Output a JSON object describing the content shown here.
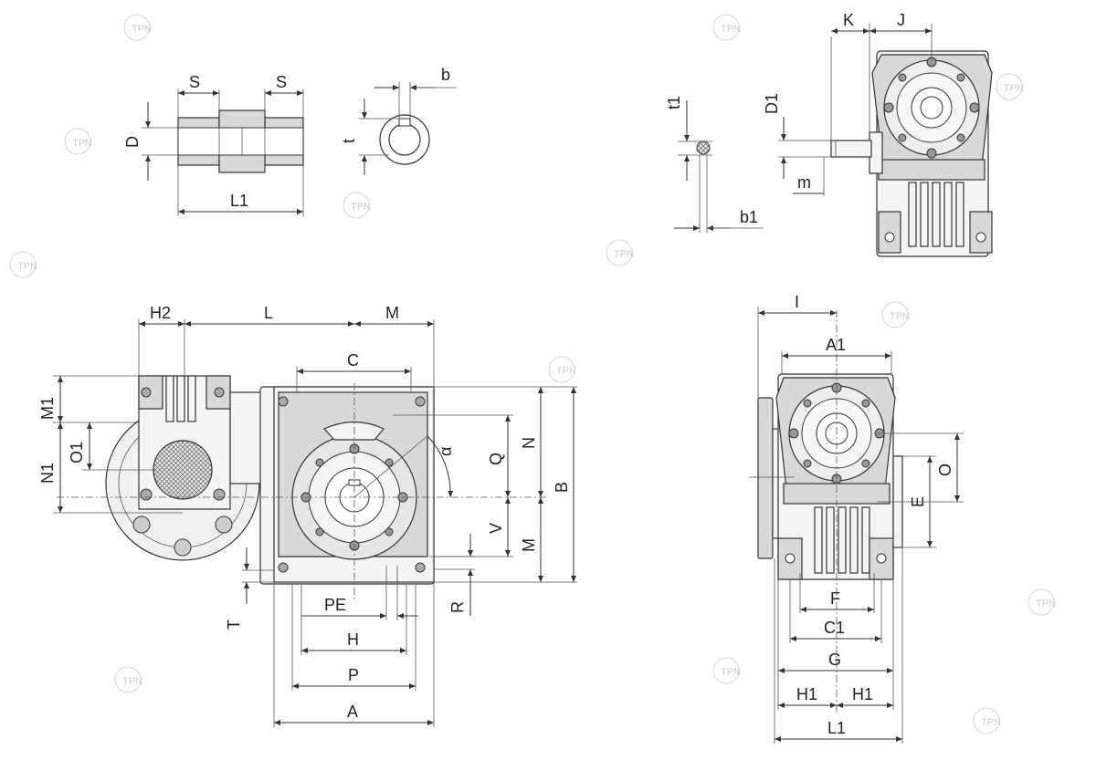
{
  "watermark": {
    "text": "TPN"
  },
  "hollow_shaft_view": {
    "labels": {
      "s_left": "S",
      "s_right": "S",
      "d": "D",
      "l1": "L1",
      "b": "b",
      "t": "t"
    }
  },
  "input_view": {
    "labels": {
      "t1": "t1",
      "d1": "D1",
      "m": "m",
      "b1": "b1",
      "k": "K",
      "j": "J"
    }
  },
  "front_view": {
    "labels": {
      "h2": "H2",
      "l": "L",
      "m_top": "M",
      "c": "C",
      "m1": "M1",
      "o1": "O1",
      "n1": "N1",
      "alpha": "α",
      "q": "Q",
      "n": "N",
      "b": "B",
      "v": "V",
      "m_right": "M",
      "t": "T",
      "pe": "PE",
      "r": "R",
      "h": "H",
      "p": "P",
      "a": "A"
    }
  },
  "side_view": {
    "labels": {
      "i": "I",
      "a1": "A1",
      "o": "O",
      "e": "E",
      "f": "F",
      "c1": "C1",
      "g": "G",
      "h1_left": "H1",
      "h1_right": "H1",
      "l1": "L1"
    }
  }
}
